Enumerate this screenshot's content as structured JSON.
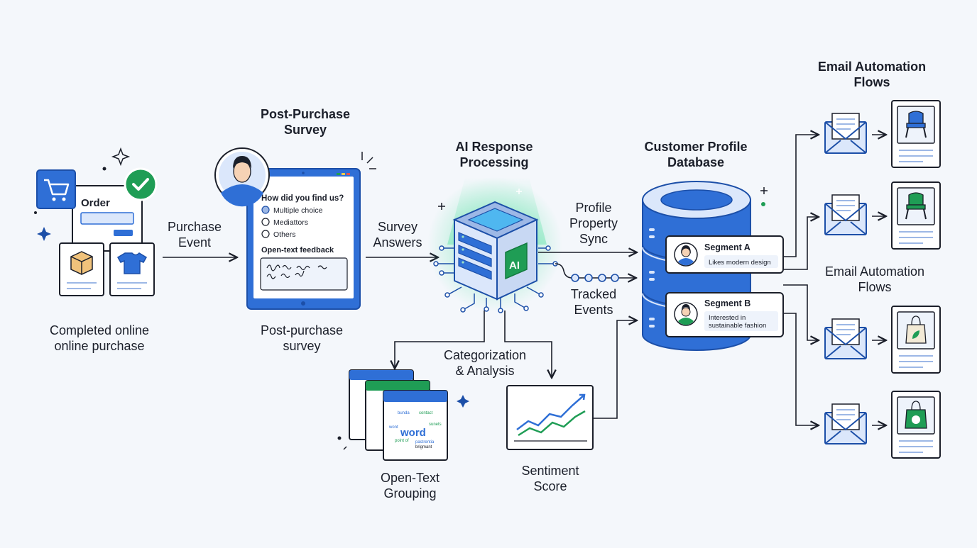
{
  "colors": {
    "background": "#f4f7fb",
    "blue": "#2f6fd6",
    "dark_blue": "#1c4fa8",
    "green": "#1f9d55",
    "light_blue": "#dbe7fb",
    "ink": "#1b1f2a"
  },
  "purchase": {
    "order_label": "Order",
    "caption": "Completed online\nonline purchase",
    "icons": [
      "cart-icon",
      "checkmark-icon",
      "box-icon",
      "tshirt-icon"
    ]
  },
  "arrow1_label": "Purchase\nEvent",
  "survey": {
    "heading": "Post-Purchase\nSurvey",
    "question": "How did you find us?",
    "options": [
      "Multiple choice",
      "Mediattors",
      "Others"
    ],
    "feedback_label": "Open-text feedback",
    "caption": "Post-purchase\nsurvey"
  },
  "arrow2_label": "Survey\nAnswers",
  "ai": {
    "heading": "AI Response\nProcessing",
    "chip_label": "AI"
  },
  "sync_label": "Profile\nProperty\nSync",
  "tracked_label": "Tracked\nEvents",
  "categorization_label": "Categorization\n& Analysis",
  "grouping": {
    "caption": "Open-Text\nGrouping",
    "cloud_word": "word"
  },
  "sentiment": {
    "caption": "Sentiment\nScore"
  },
  "database": {
    "heading": "Customer Profile\nDatabase",
    "segments": [
      {
        "name": "Segment A",
        "description": "Likes modern design"
      },
      {
        "name": "Segment B",
        "description": "Interested in\nsustainable fashion"
      }
    ]
  },
  "email": {
    "heading_top": "Email Automation\nFlows",
    "heading_mid": "Email Automation\nFlows",
    "product_icons": [
      "blue-chair-icon",
      "green-chair-icon",
      "tote-bag-icon",
      "green-bag-icon"
    ]
  }
}
